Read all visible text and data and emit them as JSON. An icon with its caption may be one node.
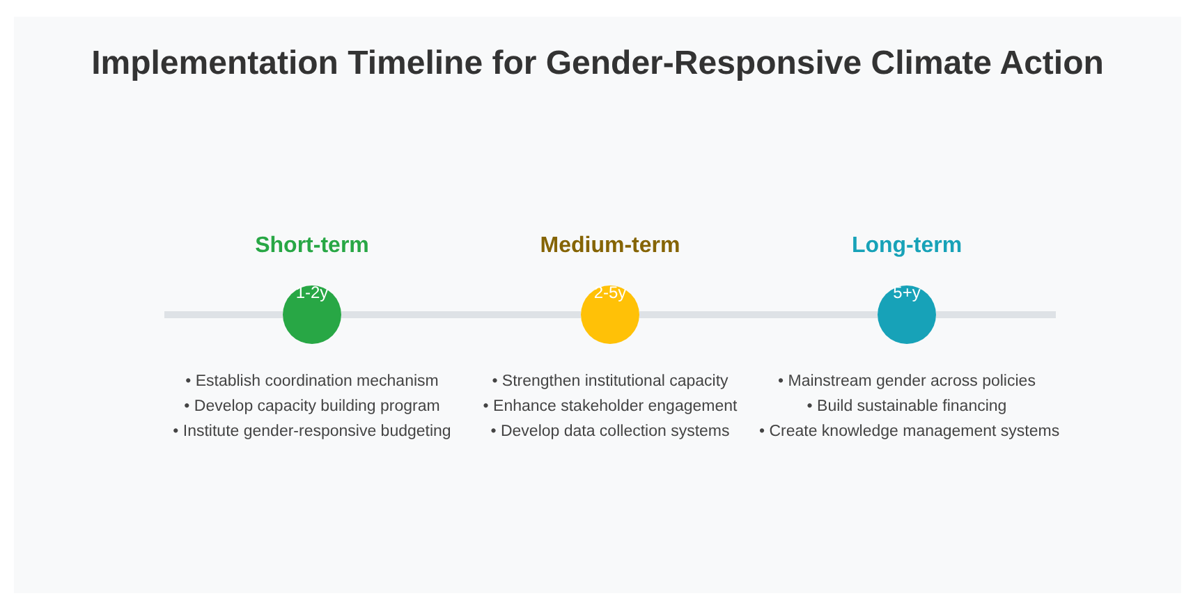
{
  "diagram": {
    "title": "Implementation Timeline for Gender-Responsive Climate Action",
    "nodes": [
      {
        "text": [
          "1-2y"
        ],
        "beside": [
          "Short-term",
          "• Establish coordination mechanism",
          "• Develop capacity building program",
          "• Institute gender-responsive budgeting"
        ]
      },
      {
        "text": [
          "2-5y"
        ],
        "beside": [
          "Medium-term",
          "• Strengthen institutional capacity",
          "• Enhance stakeholder engagement",
          "• Develop data collection systems"
        ]
      },
      {
        "text": [
          "5+y"
        ],
        "beside": [
          "Long-term",
          "• Mainstream gender across policies",
          "• Build sustainable financing",
          "• Create knowledge management systems"
        ]
      }
    ],
    "edges": [
      {
        "from": 0,
        "to": 1,
        "arrow": "none"
      },
      {
        "from": 1,
        "to": 2,
        "arrow": "none"
      }
    ]
  }
}
